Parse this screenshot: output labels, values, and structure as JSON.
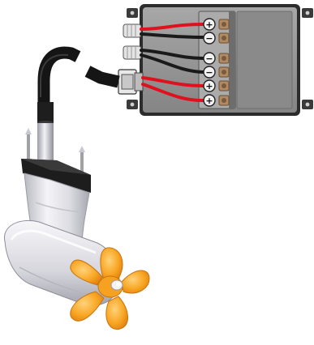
{
  "colors": {
    "positive_wire": "#e0101e",
    "negative_wire": "#1a1a1a",
    "junction_box": "#8d8d8d",
    "junction_box_frame": "#2a2a2a",
    "cable": "#151515",
    "thruster_body": "#e9e9ee",
    "propeller": "#f7a420",
    "terminal": "#b08a64"
  },
  "terminals": [
    {
      "polarity": "+",
      "wire": "positive"
    },
    {
      "polarity": "−",
      "wire": "negative"
    },
    {
      "polarity": "−",
      "wire": "negative"
    },
    {
      "polarity": "−",
      "wire": "negative"
    },
    {
      "polarity": "+",
      "wire": "positive"
    },
    {
      "polarity": "+",
      "wire": "positive"
    }
  ]
}
